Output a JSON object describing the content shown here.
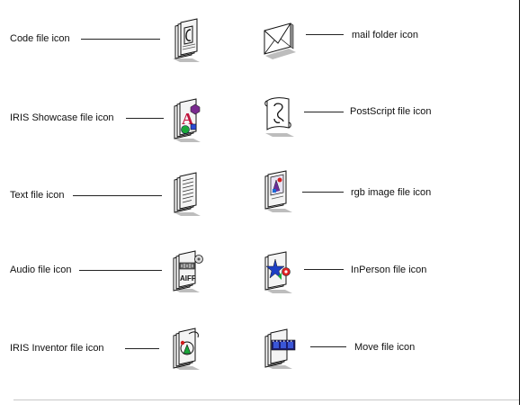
{
  "figure": {
    "left_column": [
      {
        "label": "Code file icon",
        "icon": "code-file-icon"
      },
      {
        "label": "IRIS Showcase file icon",
        "icon": "iris-showcase-file-icon"
      },
      {
        "label": "Text file icon",
        "icon": "text-file-icon"
      },
      {
        "label": "Audio file icon",
        "icon": "audio-file-icon"
      },
      {
        "label": "IRIS Inventor file icon",
        "icon": "iris-inventor-file-icon"
      }
    ],
    "right_column": [
      {
        "label": "mail folder icon",
        "icon": "mail-folder-icon"
      },
      {
        "label": "PostScript file icon",
        "icon": "postscript-file-icon"
      },
      {
        "label": "rgb image file icon",
        "icon": "rgb-image-file-icon"
      },
      {
        "label": "InPerson file icon",
        "icon": "inperson-file-icon"
      },
      {
        "label": "Move file icon",
        "icon": "move-file-icon"
      }
    ]
  }
}
